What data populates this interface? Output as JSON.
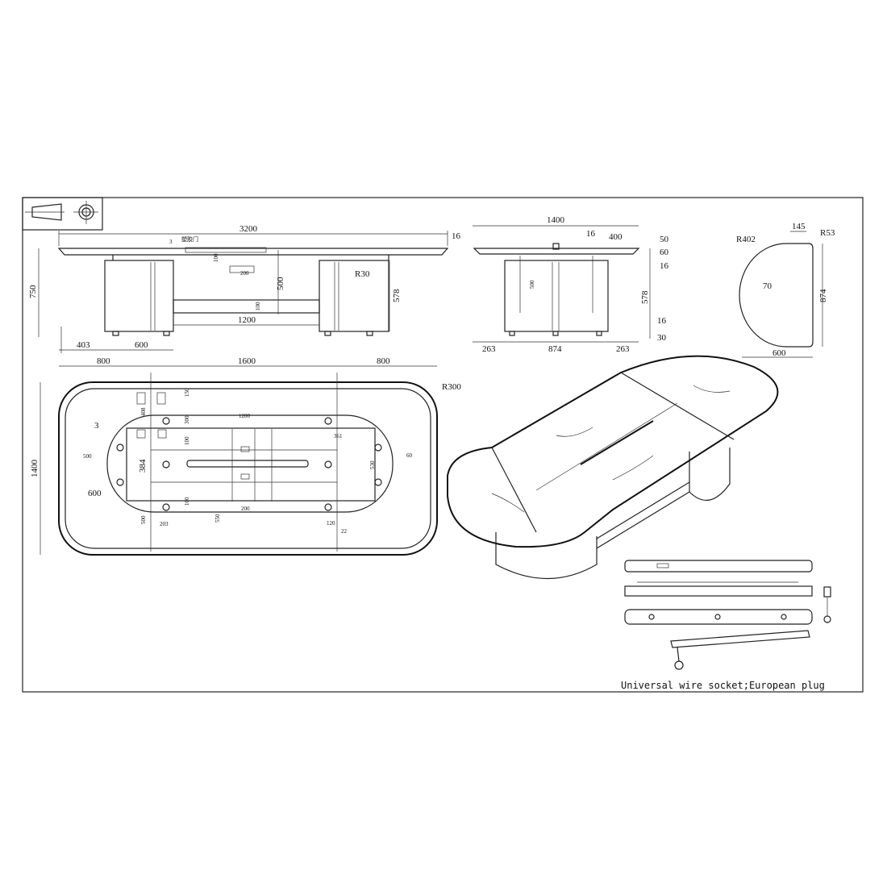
{
  "caption": "Universal wire socket;European plug",
  "front_view": {
    "overall_length": "3200",
    "top_thickness": "16",
    "height": "750",
    "pedestal_height": "578",
    "cable_gap": "500",
    "stretcher_length": "1200",
    "offset": "403",
    "pedestal_width": "600",
    "radius": "R30",
    "gap": "3",
    "door_label": "塑胶门",
    "grommet_width": "200",
    "small_100_a": "100",
    "small_100_b": "100"
  },
  "side_view": {
    "overall_width": "1400",
    "thickness": "16",
    "offset": "400",
    "d50": "50",
    "d60": "60",
    "d16_top": "16",
    "height": "578",
    "d16_bottom": "16",
    "d30": "30",
    "left": "263",
    "center": "874",
    "right": "263",
    "inner": "500"
  },
  "end_panel": {
    "radius_large": "R402",
    "flat": "145",
    "radius_small": "R53",
    "height": "874",
    "slot": "70",
    "width": "600"
  },
  "plan_view": {
    "left": "800",
    "middle": "1600",
    "right": "800",
    "depth": "1400",
    "corner_radius": "R300",
    "gap": "3",
    "d500_left": "500",
    "d600": "600",
    "d384": "384",
    "d408": "408",
    "d150": "150",
    "d300": "300",
    "d100": "100",
    "d1200": "1200",
    "d361": "361",
    "d530": "530",
    "d60": "60",
    "d550": "550",
    "d200": "200",
    "d120": "120",
    "d22": "22",
    "d203": "203",
    "d500_bottom": "500",
    "d100_b": "100"
  }
}
